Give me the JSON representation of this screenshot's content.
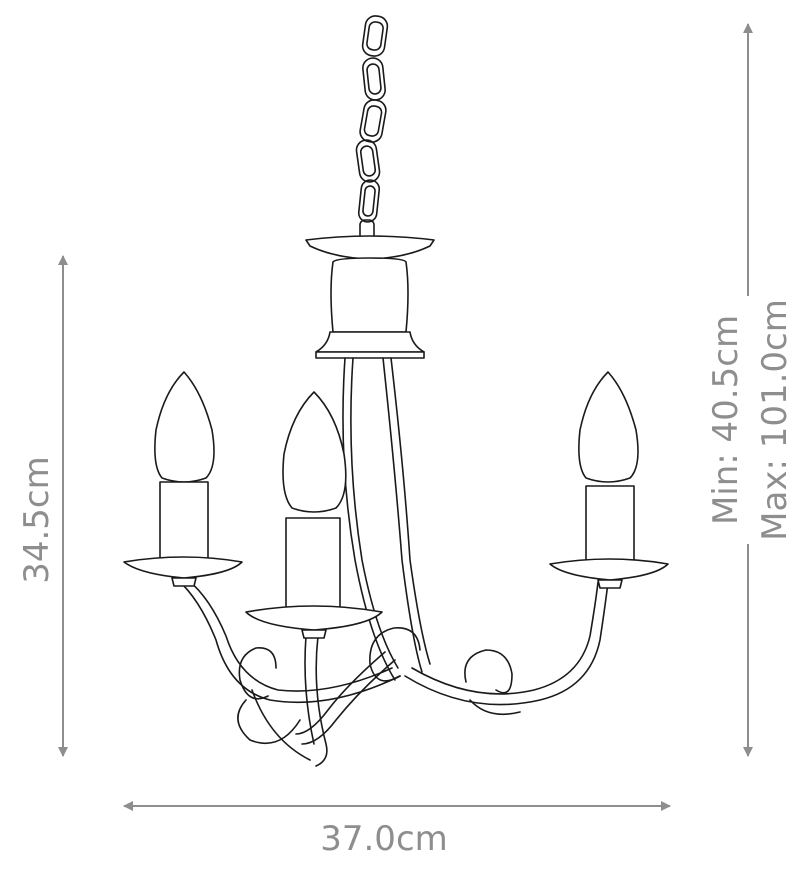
{
  "dimensions": {
    "height": "34.5cm",
    "width": "37.0cm",
    "drop_min": "Min: 40.5cm",
    "drop_max": "Max: 101.0cm"
  },
  "colors": {
    "dimension": "#8e8e8e",
    "linework": "#1a1a1a",
    "fill": "#ffffff"
  },
  "icons": [
    "chain-icon",
    "ceiling-cup-icon",
    "candle-bulb-icon",
    "scroll-arm-icon",
    "double-arrow-icon"
  ]
}
